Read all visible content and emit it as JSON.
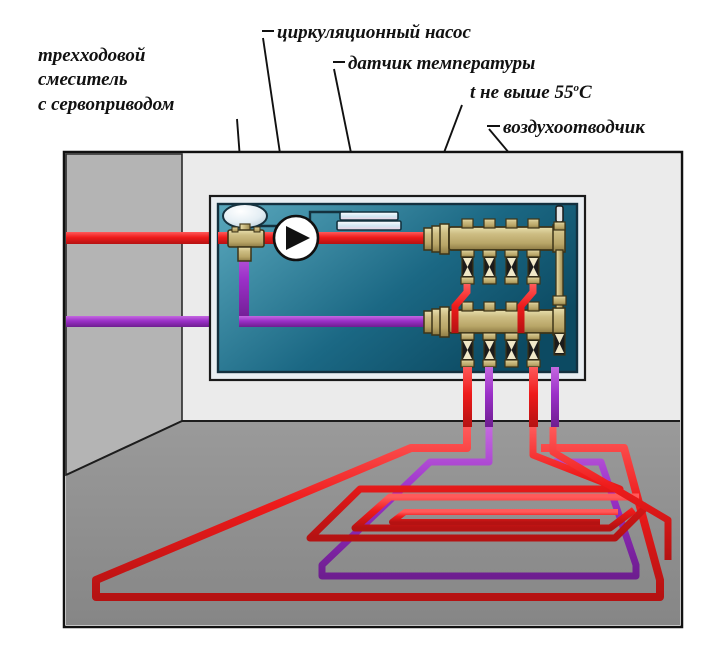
{
  "diagram": {
    "title_implicit": "Схема водяного теплого пола с коллекторным узлом",
    "labels": [
      {
        "id": "mixer",
        "lines": [
          "трехходовой",
          "смеситель",
          "с сервоприводом"
        ],
        "target": "three-way-mixing-valve-with-servo"
      },
      {
        "id": "pump",
        "lines": [
          "циркуляционный насос"
        ],
        "target": "circulation-pump"
      },
      {
        "id": "temp_sensor",
        "lines": [
          "датчик температуры"
        ],
        "target": "temperature-sensor"
      },
      {
        "id": "temp_limit",
        "prefix": "t",
        "text": " не выше 55",
        "degree": "o",
        "unit": "C",
        "full": "t не выше 55oC"
      },
      {
        "id": "air_vent",
        "lines": [
          "воздухоотводчик"
        ],
        "target": "air-vent"
      }
    ],
    "components": {
      "servo_actuator": "servo-actuator",
      "mixing_valve": "three-way-valve-body",
      "pump": "circulation-pump",
      "sensor": "temperature-sensor-block",
      "supply_manifold": "supply-manifold",
      "return_manifold": "return-manifold",
      "manifold_outlets_per_rail": 4,
      "air_vent": "air-vent-bypass"
    },
    "pipes": {
      "supply_label": "supply-hot-pipe",
      "return_label": "return-cool-pipe",
      "supply_color": "#ee2020",
      "return_color": "#9b30c8"
    },
    "colors": {
      "cabinet_fill_top": "#2f7f9c",
      "cabinet_fill_bottom": "#0d4f68",
      "cabinet_frame": "#e9eef2",
      "wall_back": "#ebebeb",
      "wall_side": "#b4b4b4",
      "floor": "#8e8e8e",
      "brass": "#c9b municipal"
    },
    "floor_loops": {
      "description": "spiral underfloor heating circuit",
      "outer_supply": "red",
      "inner_return": "purple",
      "loop_count": 4
    }
  }
}
